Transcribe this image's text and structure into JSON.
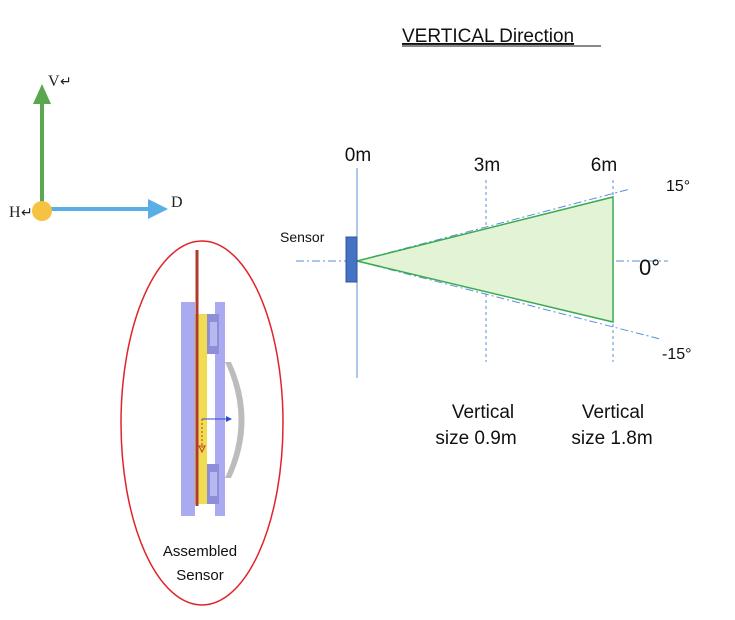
{
  "title": "VERTICAL Direction",
  "axes_icon": {
    "v_label": "V",
    "h_label": "H",
    "d_label": "D",
    "return_mark": "↵",
    "colors": {
      "v_axis": "#5aa84e",
      "d_axis": "#5aaee6",
      "h_dot": "#f5c242"
    }
  },
  "assembled": {
    "label_line1": "Assembled",
    "label_line2": "Sensor",
    "colors": {
      "ellipse": "#e0242a",
      "plate": "#aaaaf0",
      "pcb": "#f0dc50",
      "rod": "#b03a2e",
      "lens": "#bcbcbc"
    }
  },
  "coverage": {
    "sensor_label": "Sensor",
    "distances": [
      "0m",
      "3m",
      "6m"
    ],
    "angle_labels": [
      "15°",
      "0°",
      "-15°"
    ],
    "size_labels": [
      {
        "line1": "Vertical",
        "line2": "size 0.9m"
      },
      {
        "line1": "Vertical",
        "line2": "size 1.8m"
      }
    ],
    "colors": {
      "fill": "#e2f3d6",
      "edge": "#3aaa50",
      "sensor": "#4472c4",
      "guide": "#5b8fd6"
    }
  }
}
